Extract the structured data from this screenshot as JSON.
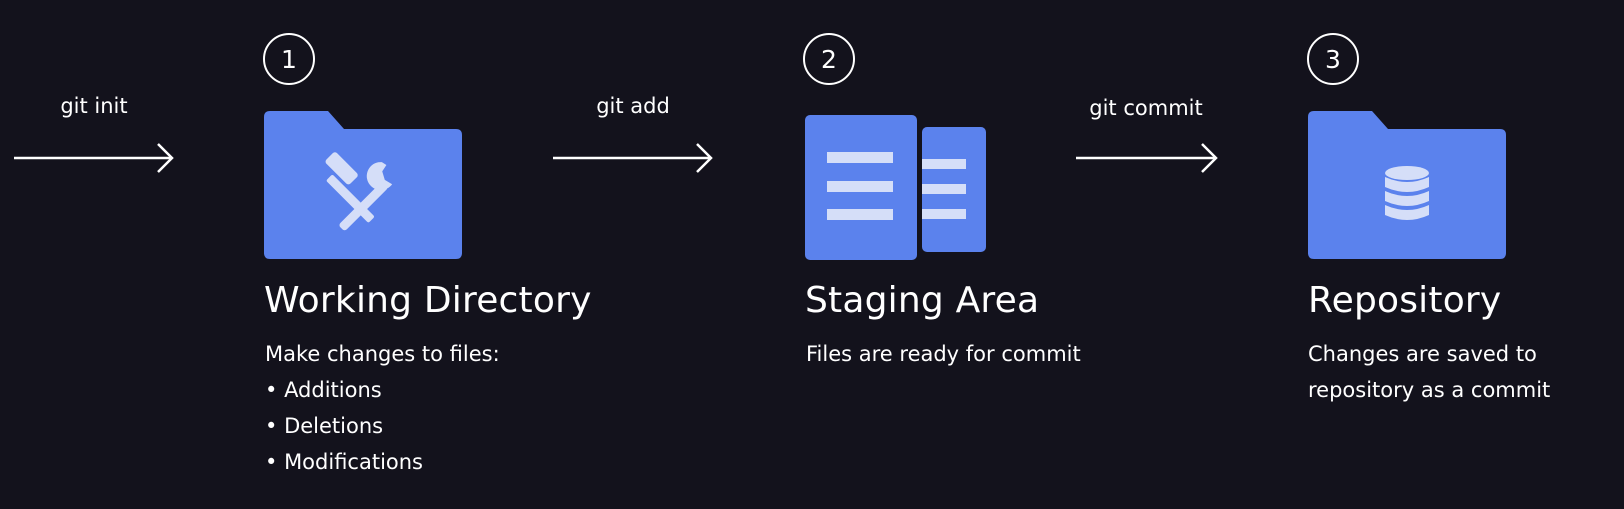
{
  "colors": {
    "background": "#13121c",
    "accent_blue": "#5b82ed",
    "icon_light": "#d5def8",
    "text": "#ffffff"
  },
  "commands": {
    "init": "git init",
    "add": "git add",
    "commit": "git commit"
  },
  "stages": [
    {
      "number": "1",
      "title": "Working Directory",
      "icon": "tools-folder-icon",
      "description": "Make changes to files:",
      "bullets": [
        "Additions",
        "Deletions",
        "Modifications"
      ]
    },
    {
      "number": "2",
      "title": "Staging Area",
      "icon": "documents-icon",
      "description": "Files are ready for commit"
    },
    {
      "number": "3",
      "title": "Repository",
      "icon": "database-folder-icon",
      "description_lines": [
        "Changes are saved to",
        "repository as a commit"
      ]
    }
  ]
}
